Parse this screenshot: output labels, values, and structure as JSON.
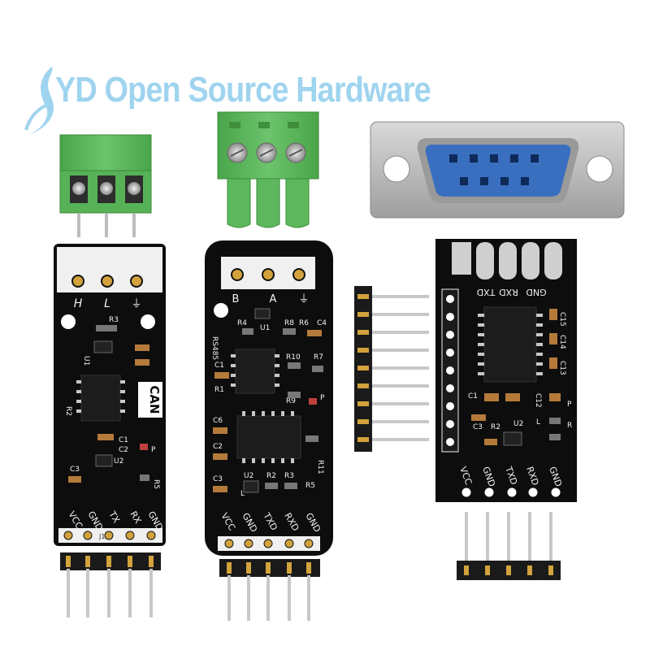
{
  "watermark": {
    "text": "YD Open Source Hardware",
    "logo": "leaf-logo",
    "color": "#9fd4ef"
  },
  "modules": {
    "can": {
      "label": "CAN",
      "pins": [
        "VCC",
        "GND",
        "TX",
        "RX",
        "GND"
      ],
      "terminals": [
        "H",
        "L",
        "⏚"
      ],
      "parts": [
        "R3",
        "U1",
        "R2",
        "C1",
        "C2",
        "U2",
        "C3",
        "P",
        "R5",
        "J1"
      ]
    },
    "rs485": {
      "label": "RS485",
      "pins": [
        "VCC",
        "GND",
        "TXD",
        "RXD",
        "GND"
      ],
      "terminals": [
        "B",
        "A",
        "⏚"
      ],
      "parts": [
        "R4",
        "U1",
        "R8",
        "R6",
        "C4",
        "R10",
        "R7",
        "C1",
        "R1",
        "R9",
        "P",
        "C6",
        "C2",
        "R11",
        "C3",
        "U2",
        "R2",
        "R3",
        "L",
        "R5"
      ]
    },
    "rs232": {
      "pins": [
        "VCC",
        "GND",
        "TXD",
        "RXD",
        "GND"
      ],
      "db9_pins": [
        "TXD",
        "RXD",
        "GND"
      ],
      "parts": [
        "C15",
        "C14",
        "C13",
        "C1",
        "C12",
        "C3",
        "R2",
        "U2",
        "L",
        "R",
        "P"
      ]
    }
  },
  "colors": {
    "pcb": "#0d0d0d",
    "silkscreen": "#f2f2f2",
    "terminal_green": "#5cb85c",
    "db9_blue": "#3a6fbf",
    "header_black": "#1a1a1a",
    "pin_metal": "#c8c8c8",
    "gold": "#d2a23c"
  }
}
